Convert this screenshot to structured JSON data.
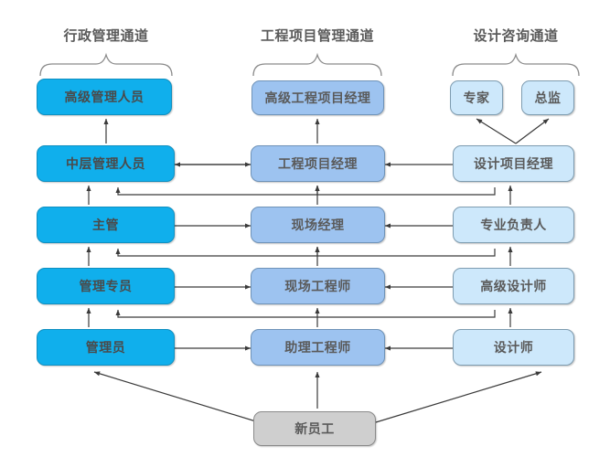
{
  "diagram": {
    "title_bracket_count": 3,
    "tracks": [
      {
        "id": "admin",
        "label": "行政管理通道",
        "color": "#10AFEC"
      },
      {
        "id": "engineering",
        "label": "工程项目管理通道",
        "color": "#9DC3F0"
      },
      {
        "id": "design",
        "label": "设计咨询通道",
        "color": "#CDE8FB"
      }
    ],
    "nodes": [
      {
        "id": "senior-manager",
        "label": "高级管理人员",
        "track": "admin",
        "level": 5
      },
      {
        "id": "middle-manager",
        "label": "中层管理人员",
        "track": "admin",
        "level": 4
      },
      {
        "id": "supervisor",
        "label": "主管",
        "track": "admin",
        "level": 3
      },
      {
        "id": "admin-specialist",
        "label": "管理专员",
        "track": "admin",
        "level": 2
      },
      {
        "id": "administrator",
        "label": "管理员",
        "track": "admin",
        "level": 1
      },
      {
        "id": "senior-eng-pm",
        "label": "高级工程项目经理",
        "track": "engineering",
        "level": 5
      },
      {
        "id": "eng-pm",
        "label": "工程项目经理",
        "track": "engineering",
        "level": 4
      },
      {
        "id": "site-manager",
        "label": "现场经理",
        "track": "engineering",
        "level": 3
      },
      {
        "id": "site-engineer",
        "label": "现场工程师",
        "track": "engineering",
        "level": 2
      },
      {
        "id": "assistant-engineer",
        "label": "助理工程师",
        "track": "engineering",
        "level": 1
      },
      {
        "id": "expert",
        "label": "专家",
        "track": "design",
        "level": 5
      },
      {
        "id": "chief-director",
        "label": "总监",
        "track": "design",
        "level": 5
      },
      {
        "id": "design-pm",
        "label": "设计项目经理",
        "track": "design",
        "level": 4
      },
      {
        "id": "discipline-lead",
        "label": "专业负责人",
        "track": "design",
        "level": 3
      },
      {
        "id": "senior-designer",
        "label": "高级设计师",
        "track": "design",
        "level": 2
      },
      {
        "id": "designer",
        "label": "设计师",
        "track": "design",
        "level": 1
      },
      {
        "id": "new-employee",
        "label": "新员工",
        "track": "entry",
        "level": 0
      }
    ]
  }
}
